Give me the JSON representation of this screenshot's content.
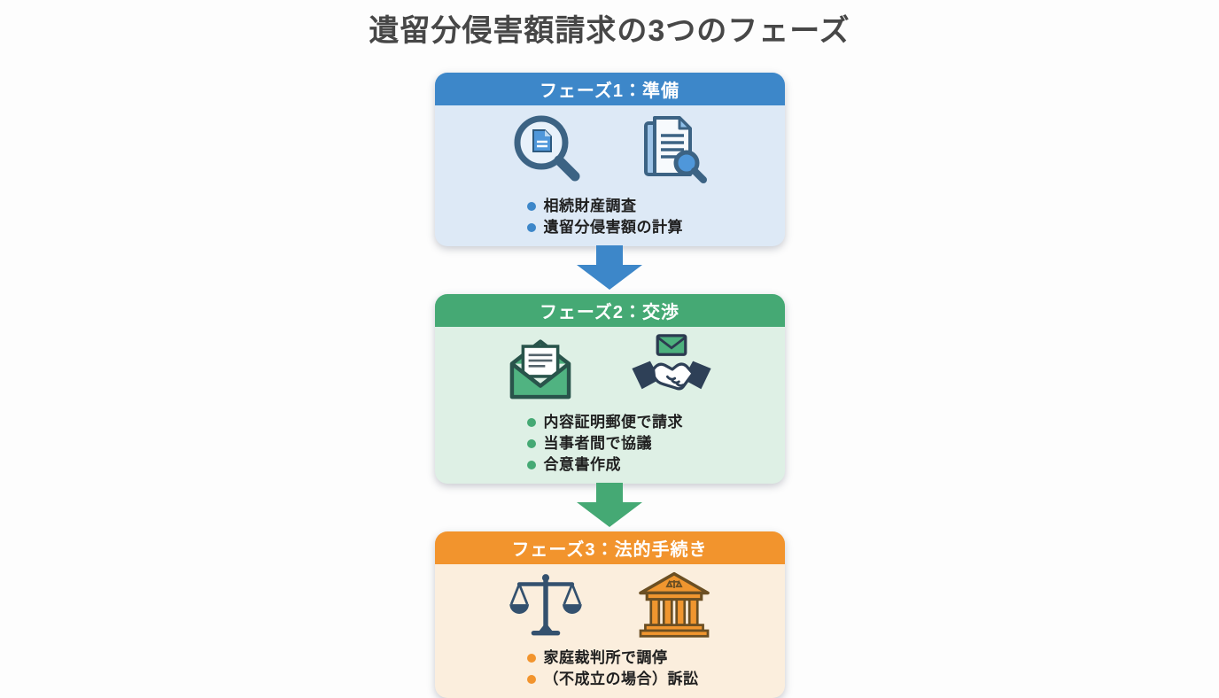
{
  "page": {
    "title": "遺留分侵害額請求の3つのフェーズ"
  },
  "phases": [
    {
      "header": "フェーズ1：準備",
      "header_color": "#3d87c9",
      "body_color": "#dde9f6",
      "bullet_color": "#3d87c9",
      "icons": [
        "magnifier-document-icon",
        "document-magnifier-icon"
      ],
      "bullets": [
        "相続財産調査",
        "遺留分侵害額の計算"
      ]
    },
    {
      "header": "フェーズ2：交渉",
      "header_color": "#45a974",
      "body_color": "#def0e5",
      "bullet_color": "#45a974",
      "icons": [
        "open-envelope-letter-icon",
        "handshake-envelope-icon"
      ],
      "bullets": [
        "内容証明郵便で請求",
        "当事者間で協議",
        "合意書作成"
      ]
    },
    {
      "header": "フェーズ3：法的手続き",
      "header_color": "#f2942d",
      "body_color": "#fbeedd",
      "bullet_color": "#f2942d",
      "icons": [
        "scales-of-justice-icon",
        "courthouse-icon"
      ],
      "bullets": [
        "家庭裁判所で調停",
        "（不成立の場合）訴訟"
      ]
    }
  ],
  "arrows": [
    {
      "color": "#3d87c9"
    },
    {
      "color": "#45a974"
    }
  ]
}
